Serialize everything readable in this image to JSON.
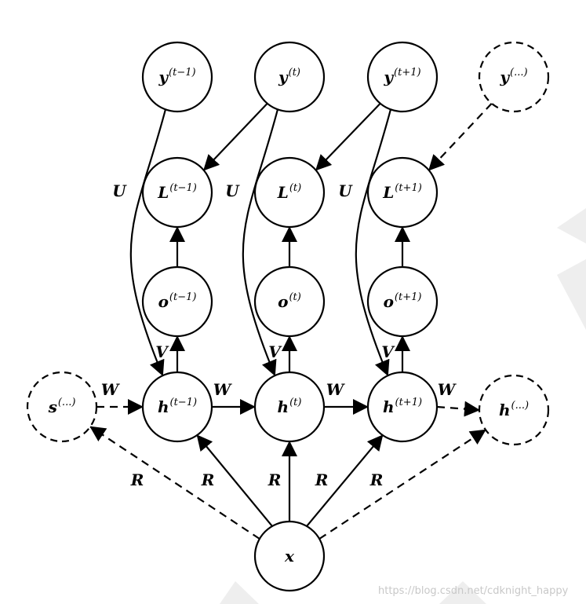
{
  "nodes": [
    {
      "id": "y_prev",
      "base": "y",
      "sup": "(t−1)",
      "dashed": false
    },
    {
      "id": "y_t",
      "base": "y",
      "sup": "(t)",
      "dashed": false
    },
    {
      "id": "y_next",
      "base": "y",
      "sup": "(t+1)",
      "dashed": false
    },
    {
      "id": "y_more",
      "base": "y",
      "sup": "(...)",
      "dashed": true
    },
    {
      "id": "L_prev",
      "base": "L",
      "sup": "(t−1)",
      "dashed": false
    },
    {
      "id": "L_t",
      "base": "L",
      "sup": "(t)",
      "dashed": false
    },
    {
      "id": "L_next",
      "base": "L",
      "sup": "(t+1)",
      "dashed": false
    },
    {
      "id": "o_prev",
      "base": "o",
      "sup": "(t−1)",
      "dashed": false
    },
    {
      "id": "o_t",
      "base": "o",
      "sup": "(t)",
      "dashed": false
    },
    {
      "id": "o_next",
      "base": "o",
      "sup": "(t+1)",
      "dashed": false
    },
    {
      "id": "s_more",
      "base": "s",
      "sup": "(...)",
      "dashed": true
    },
    {
      "id": "h_prev",
      "base": "h",
      "sup": "(t−1)",
      "dashed": false
    },
    {
      "id": "h_t",
      "base": "h",
      "sup": "(t)",
      "dashed": false
    },
    {
      "id": "h_next",
      "base": "h",
      "sup": "(t+1)",
      "dashed": false
    },
    {
      "id": "h_more",
      "base": "h",
      "sup": "(...)",
      "dashed": true
    },
    {
      "id": "x",
      "base": "x",
      "sup": "",
      "dashed": false
    }
  ],
  "edge_labels": {
    "U": "U",
    "V": "V",
    "W": "W",
    "R": "R"
  },
  "watermark": "https://blog.csdn.net/cdknight_happy"
}
